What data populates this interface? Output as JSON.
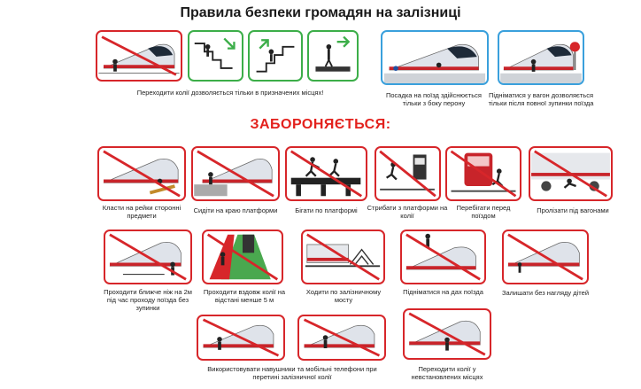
{
  "title": "Правила безпеки громадян на залізниці",
  "forbidden_heading": "ЗАБОРОНЯЄТЬСЯ:",
  "allowed": [
    {
      "id": "cross",
      "caption": "Переходити колії дозволяється тільки в призначених місцях!"
    },
    {
      "id": "board",
      "caption": "Посадка на поїзд здійснюється тільки з боку перону"
    },
    {
      "id": "enter",
      "caption": "Підніматися у вагон дозволяється тільки після повної зупинки поїзда"
    }
  ],
  "forbidden": [
    {
      "id": "rails-objects",
      "caption": "Класти на рейки сторонні предмети"
    },
    {
      "id": "platform-edge",
      "caption": "Сидіти на краю платформи"
    },
    {
      "id": "run-platform",
      "caption": "Бігати по платформі"
    },
    {
      "id": "jump-platform",
      "caption": "Стрибати з платформи на колії"
    },
    {
      "id": "cross-front",
      "caption": "Перебігати перед поїздом"
    },
    {
      "id": "under-wagons",
      "caption": "Пролізати під вагонами"
    },
    {
      "id": "closer-2m",
      "caption": "Проходити ближче ніж на 2м під час проходу поїзда без зупинки"
    },
    {
      "id": "along-5m",
      "caption": "Проходити вздовж колії на відстані менше 5 м"
    },
    {
      "id": "rail-bridge",
      "caption": "Ходити по залізничному мосту"
    },
    {
      "id": "train-roof",
      "caption": "Підніматися на дах поїзда"
    },
    {
      "id": "children",
      "caption": "Залишати без нагляду дітей"
    },
    {
      "id": "headphones",
      "caption": "Використовувати навушники та мобільні телефони при перетині залізничної колії"
    },
    {
      "id": "unmarked",
      "caption": "Переходити колії у невстановлених місцях"
    }
  ],
  "colors": {
    "forbid_red": "#d7262a",
    "info_blue": "#3aa0dc",
    "stairs_green": "#3cae49",
    "heading_red": "#e3211d"
  },
  "icons": {
    "prohibition": "prohibition-slash-icon",
    "stairs": "stairs-icon",
    "arrow": "arrow-icon"
  }
}
